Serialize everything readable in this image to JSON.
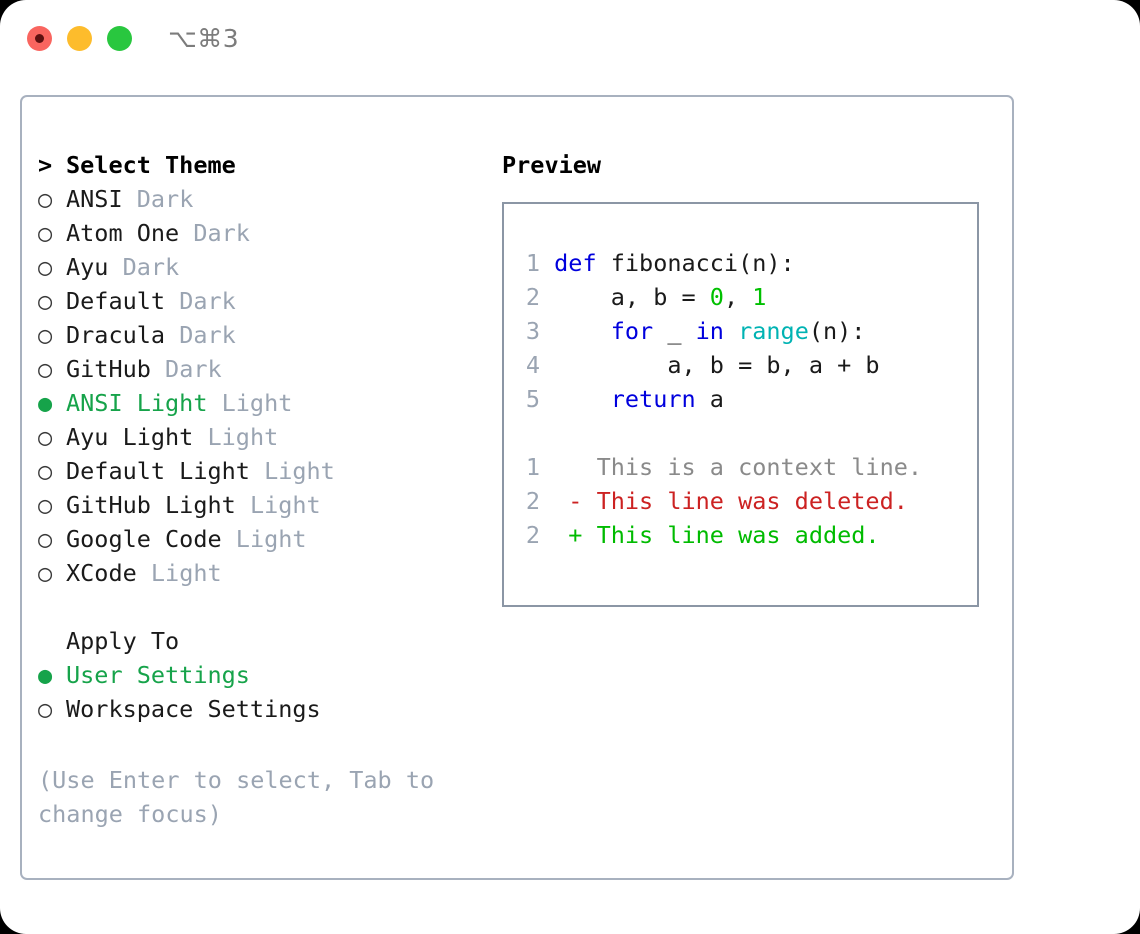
{
  "window": {
    "shortcut_label": "⌥⌘3",
    "traffic_lights": [
      {
        "name": "close",
        "color": "#f9655f"
      },
      {
        "name": "minimize",
        "color": "#fdbc2c"
      },
      {
        "name": "maximize",
        "color": "#29c73f"
      }
    ]
  },
  "theme_picker": {
    "header_marker": ">",
    "header_label": "Select Theme",
    "marker_selected": "●",
    "marker_unselected": "○",
    "items": [
      {
        "name": "ANSI",
        "tag": "Dark",
        "selected": false
      },
      {
        "name": "Atom One",
        "tag": "Dark",
        "selected": false
      },
      {
        "name": "Ayu",
        "tag": "Dark",
        "selected": false
      },
      {
        "name": "Default",
        "tag": "Dark",
        "selected": false
      },
      {
        "name": "Dracula",
        "tag": "Dark",
        "selected": false
      },
      {
        "name": "GitHub",
        "tag": "Dark",
        "selected": false
      },
      {
        "name": "ANSI Light",
        "tag": "Light",
        "selected": true
      },
      {
        "name": "Ayu Light",
        "tag": "Light",
        "selected": false
      },
      {
        "name": "Default Light",
        "tag": "Light",
        "selected": false
      },
      {
        "name": "GitHub Light",
        "tag": "Light",
        "selected": false
      },
      {
        "name": "Google Code",
        "tag": "Light",
        "selected": false
      },
      {
        "name": "XCode",
        "tag": "Light",
        "selected": false
      }
    ]
  },
  "apply_to": {
    "header_label": "Apply To",
    "items": [
      {
        "name": "User Settings",
        "selected": true
      },
      {
        "name": "Workspace Settings",
        "selected": false
      }
    ]
  },
  "hint": {
    "text": "(Use Enter to select, Tab to change focus)"
  },
  "preview": {
    "title": "Preview",
    "code": [
      {
        "line_no": "1",
        "tokens": [
          {
            "t": "def ",
            "c": "kw"
          },
          {
            "t": "fibonacci",
            "c": "pl"
          },
          {
            "t": "(n):",
            "c": "pl"
          }
        ]
      },
      {
        "line_no": "2",
        "tokens": [
          {
            "t": "    a, b = ",
            "c": "pl"
          },
          {
            "t": "0",
            "c": "num"
          },
          {
            "t": ", ",
            "c": "pl"
          },
          {
            "t": "1",
            "c": "num"
          }
        ]
      },
      {
        "line_no": "3",
        "tokens": [
          {
            "t": "    ",
            "c": "pl"
          },
          {
            "t": "for",
            "c": "kw"
          },
          {
            "t": " _ ",
            "c": "pl"
          },
          {
            "t": "in",
            "c": "kw"
          },
          {
            "t": " ",
            "c": "pl"
          },
          {
            "t": "range",
            "c": "fn"
          },
          {
            "t": "(n):",
            "c": "pl"
          }
        ]
      },
      {
        "line_no": "4",
        "tokens": [
          {
            "t": "        a, b = b, a + b",
            "c": "pl"
          }
        ]
      },
      {
        "line_no": "5",
        "tokens": [
          {
            "t": "    ",
            "c": "pl"
          },
          {
            "t": "return",
            "c": "kw"
          },
          {
            "t": " a",
            "c": "pl"
          }
        ]
      }
    ],
    "diff": [
      {
        "line_no": "1",
        "sign": " ",
        "text": "This is a context line.",
        "kind": "ctx"
      },
      {
        "line_no": "2",
        "sign": "-",
        "text": "This line was deleted.",
        "kind": "del"
      },
      {
        "line_no": "2",
        "sign": "+",
        "text": "This line was added.",
        "kind": "add"
      }
    ]
  },
  "colors": {
    "accent_green": "#16a34a",
    "muted": "#9aa4b2",
    "border": "#a8b1bf",
    "preview_border": "#8b96a5",
    "keyword_blue": "#0000dd",
    "function_cyan": "#00b3b3",
    "number_green": "#00c000",
    "diff_deleted": "#cc2222",
    "diff_added": "#00bb00"
  }
}
